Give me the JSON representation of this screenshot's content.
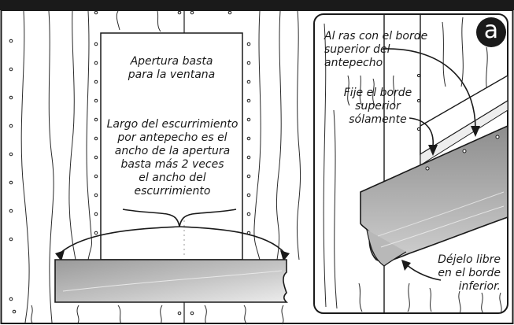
{
  "left_panel": {
    "opening_label": "Apertura basta\npara la ventana",
    "length_label": "Largo del escurrimiento\npor antepecho es el\nancho de la apertura\nbasta más 2 veces\nel ancho del\nescurrimiento"
  },
  "detail_panel": {
    "badge": "a",
    "flush_label": "Al ras con el borde\nsuperior del\nantepecho",
    "fix_label": "Fije el borde\nsuperior\nsólamente",
    "free_label": "Déjelo libre\nen el borde\ninferior."
  }
}
